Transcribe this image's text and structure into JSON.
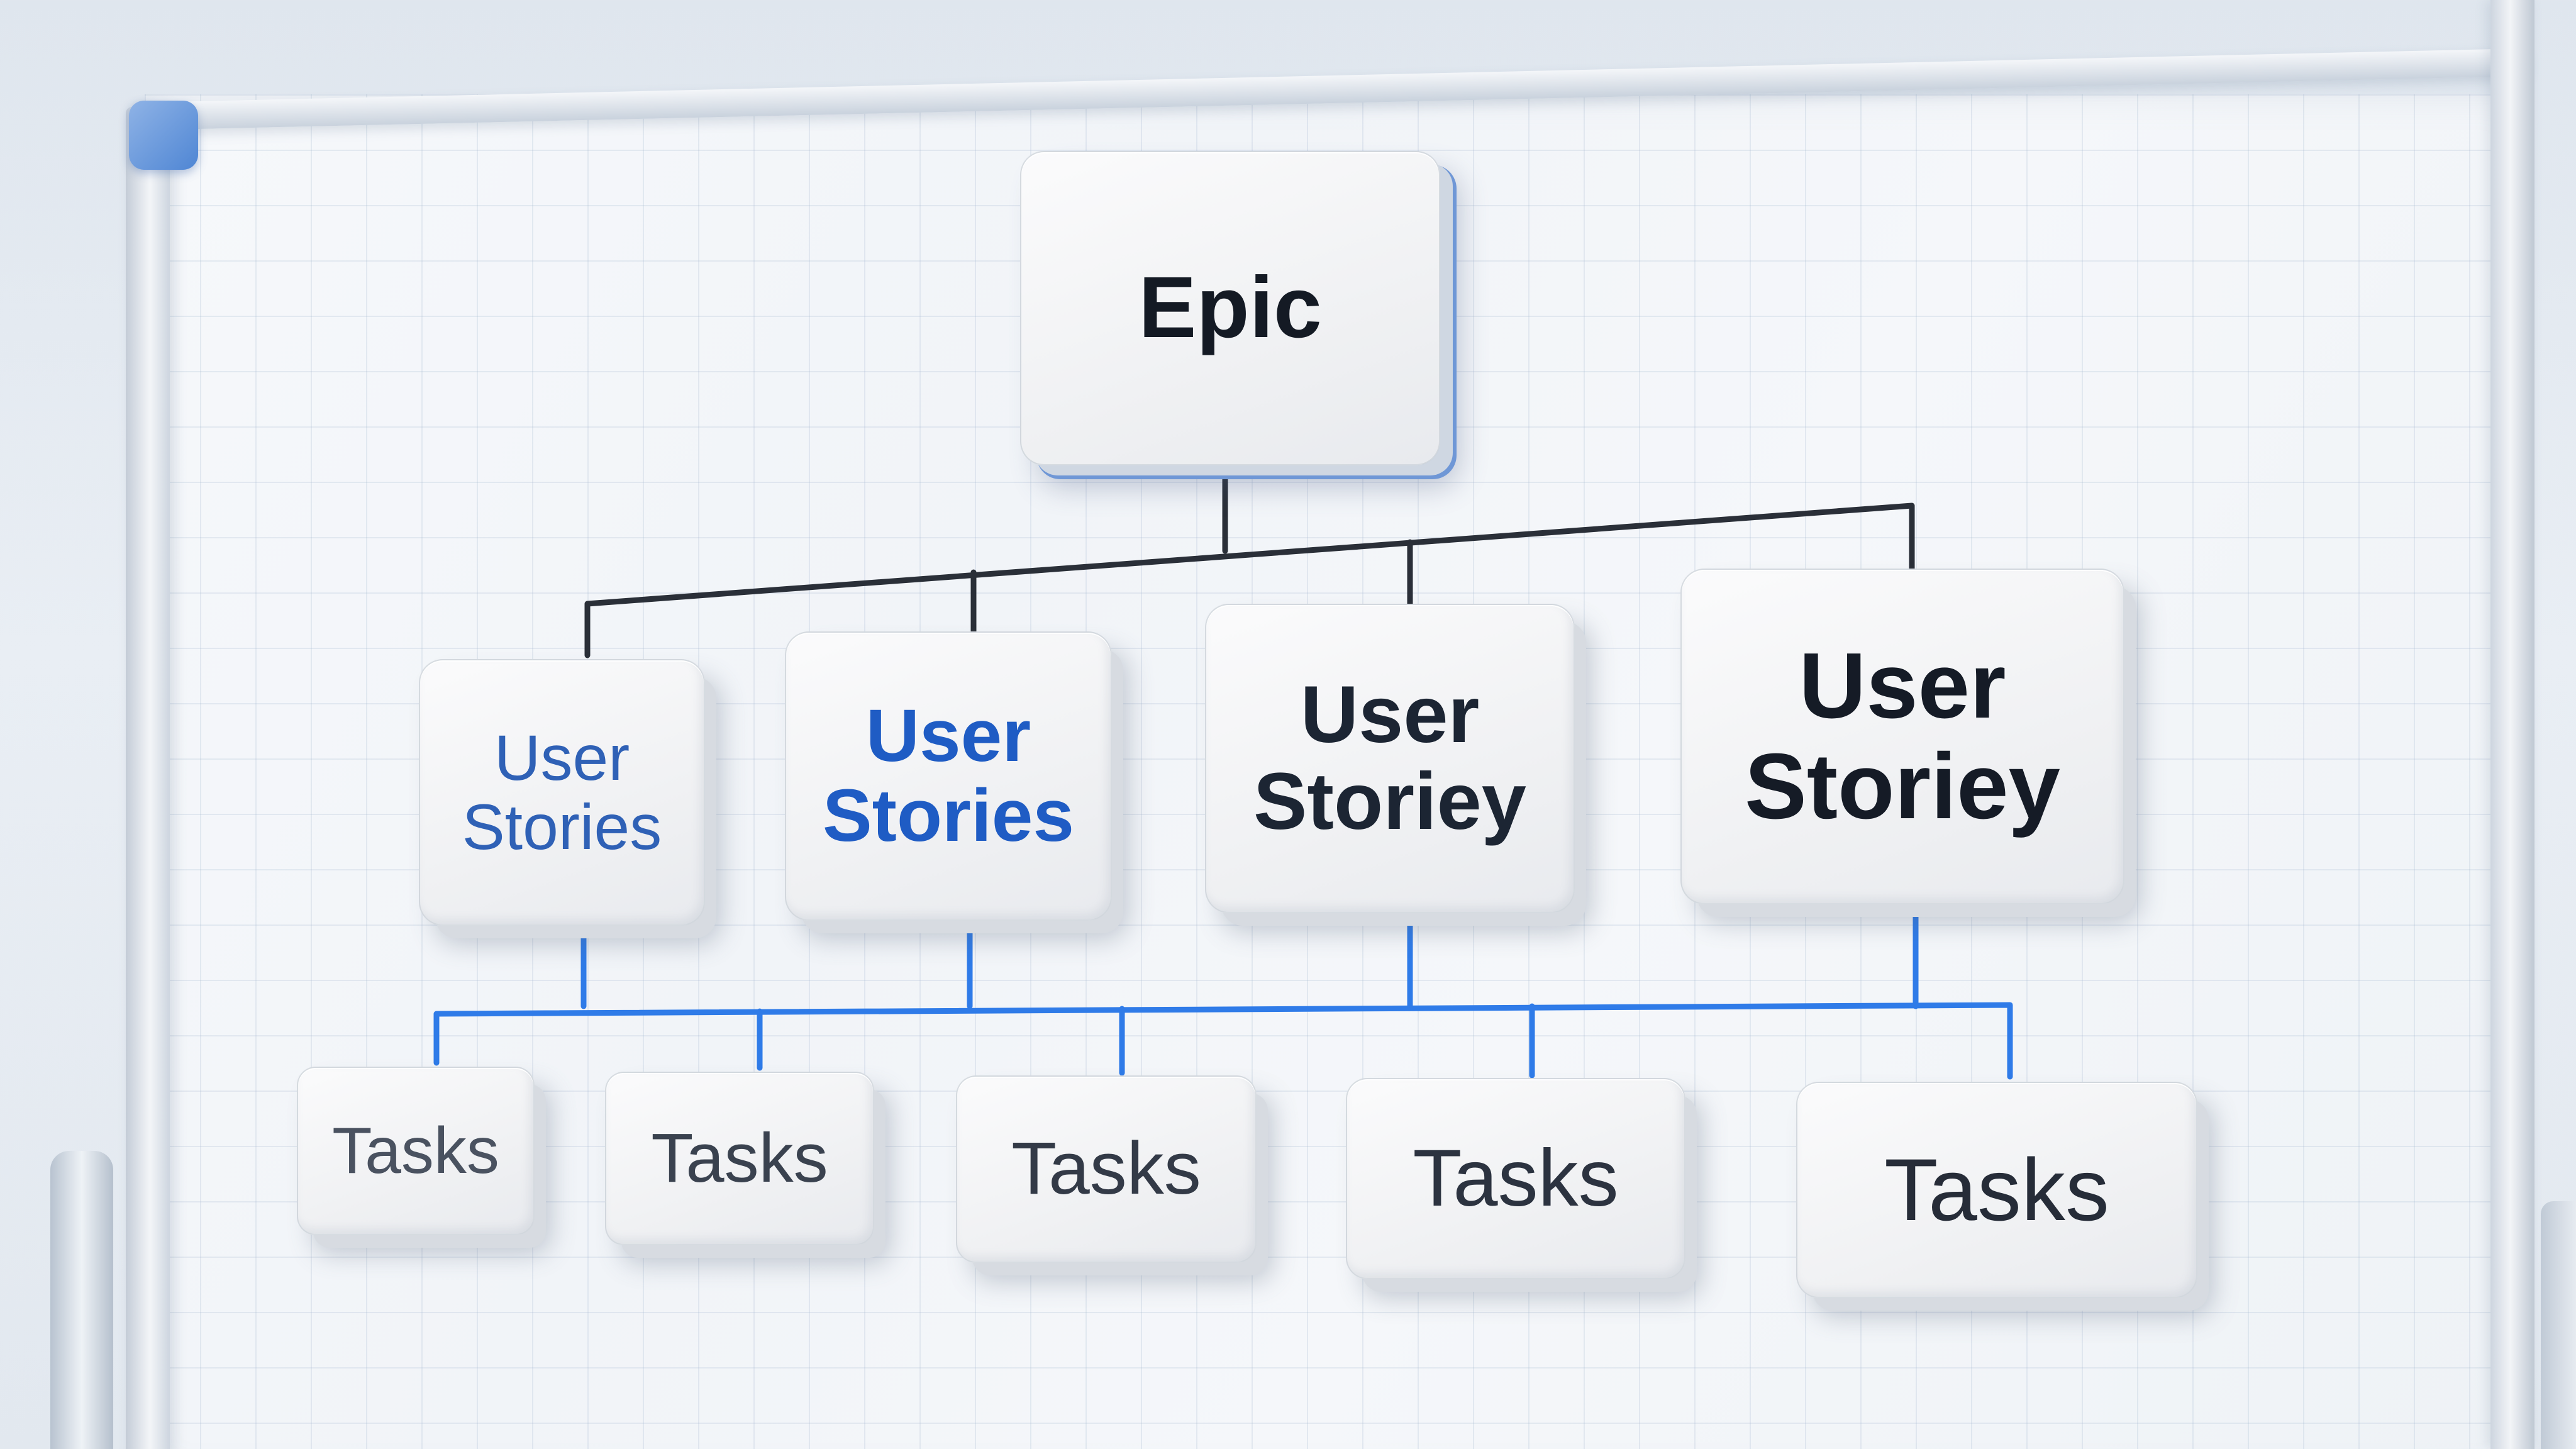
{
  "diagram": {
    "epic": {
      "label": "Epic"
    },
    "stories": [
      {
        "line1": "User",
        "line2": "Stories"
      },
      {
        "line1": "User",
        "line2": "Stories"
      },
      {
        "line1": "User",
        "line2": "Storiey"
      },
      {
        "line1": "User",
        "line2": "Storiey"
      }
    ],
    "tasks": [
      {
        "label": "Tasks"
      },
      {
        "label": "Tasks"
      },
      {
        "label": "Tasks"
      },
      {
        "label": "Tasks"
      },
      {
        "label": "Tasks"
      }
    ],
    "colors": {
      "upper_connector": "#2a2f38",
      "lower_connector": "#2f7be8",
      "story_blue": "#1f5cc4",
      "story_dark": "#151b26",
      "task_text": "#333a47",
      "board": "#f3f6f9",
      "frame_accent": "#4f86d4"
    }
  }
}
